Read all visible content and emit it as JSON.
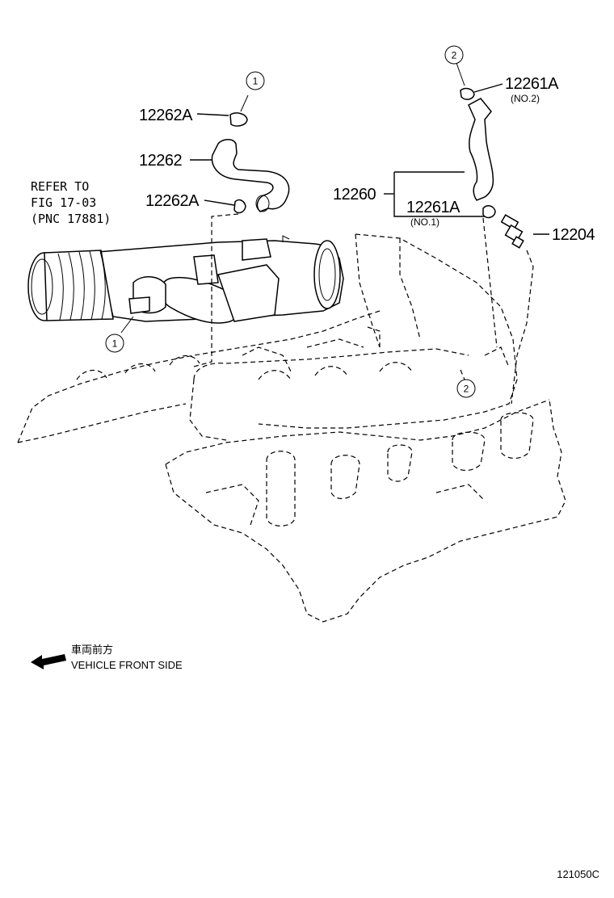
{
  "parts": {
    "p12262A_top": "12262A",
    "p12262": "12262",
    "p12262A_mid": "12262A",
    "p12260": "12260",
    "p12261A_top": "12261A",
    "p12261A_top_sub": "(NO.2)",
    "p12261A_mid": "12261A",
    "p12261A_mid_sub": "(NO.1)",
    "p12204": "12204"
  },
  "refer": {
    "line1": "REFER TO",
    "line2": "FIG 17-03",
    "line3": "(PNC 17881)"
  },
  "markers": {
    "m1a": "1",
    "m1b": "1",
    "m2a": "2",
    "m2b": "2"
  },
  "direction": {
    "jp": "車両前方",
    "en": "VEHICLE FRONT SIDE"
  },
  "diagram_id": "121050C"
}
